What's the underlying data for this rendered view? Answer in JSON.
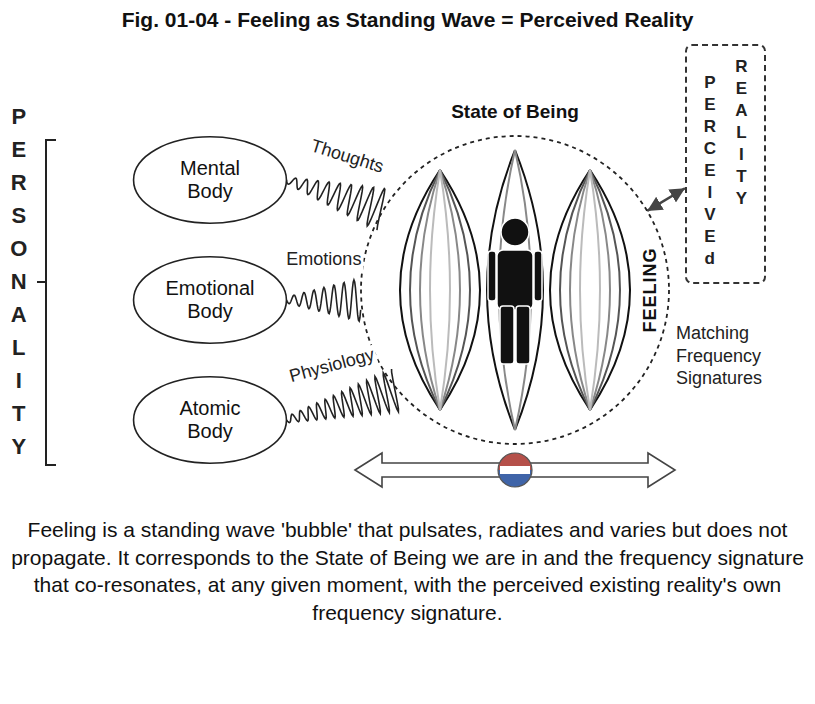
{
  "diagram": {
    "title": "Fig. 01-04 - Feeling as Standing Wave = Perceived Reality",
    "caption": "Feeling is a standing wave 'bubble' that pulsates, radiates and varies but does not propagate. It corresponds to the State of Being we are in and the frequency signature that co-resonates, at any given moment, with the perceived existing reality's own frequency signature.",
    "nodes": [
      {
        "text": [
          "Mental Body"
        ]
      },
      {
        "text": [
          "Emotional Body"
        ]
      },
      {
        "text": [
          "Atomic Body"
        ]
      },
      {
        "text": [
          "State of Being",
          "FEELING"
        ]
      },
      {
        "text": [
          "PERCEIVEd",
          "REALITY"
        ]
      }
    ],
    "edges": [
      {
        "from": 0,
        "to": 3,
        "arrow": "none",
        "label": "Thoughts"
      },
      {
        "from": 1,
        "to": 3,
        "arrow": "none",
        "label": "Emotions"
      },
      {
        "from": 2,
        "to": 3,
        "arrow": "none",
        "label": "Physiology"
      },
      {
        "from": 3,
        "to": 4,
        "arrow": "both"
      }
    ],
    "labels": [
      "PERSONALITY",
      "Matching Frequency Signatures"
    ]
  }
}
